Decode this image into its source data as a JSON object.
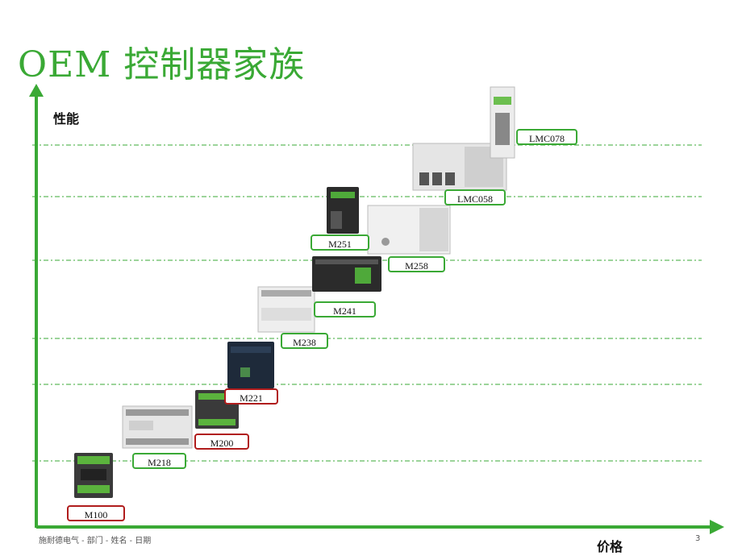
{
  "slide": {
    "title": "OEM 控制器家族",
    "y_axis_label": "性能",
    "x_axis_label": "价格",
    "footer": "施耐德电气 - 部门 - 姓名 - 日期",
    "page_number": "3"
  },
  "colors": {
    "accent_green": "#3aa935",
    "label_red": "#b01c1c"
  },
  "products": [
    {
      "name": "M100",
      "border": "red"
    },
    {
      "name": "M218",
      "border": "green"
    },
    {
      "name": "M200",
      "border": "red"
    },
    {
      "name": "M221",
      "border": "red"
    },
    {
      "name": "M238",
      "border": "green"
    },
    {
      "name": "M241",
      "border": "green"
    },
    {
      "name": "M251",
      "border": "green"
    },
    {
      "name": "M258",
      "border": "green"
    },
    {
      "name": "LMC058",
      "border": "green"
    },
    {
      "name": "LMC078",
      "border": "green"
    }
  ]
}
